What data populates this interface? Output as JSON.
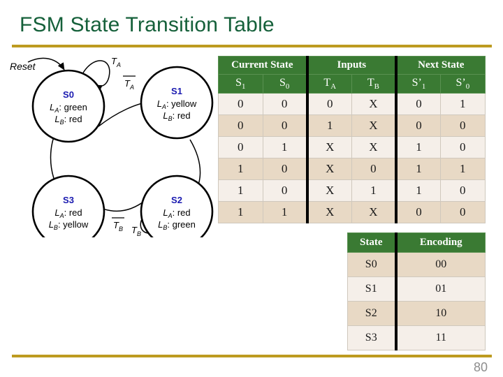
{
  "slide": {
    "title": "FSM State Transition Table",
    "page_number": "80",
    "accent_gold": "#bd9b20",
    "title_green": "#15603a",
    "header_green": "#3a7a33",
    "row_light": "#f5efe9",
    "row_dark": "#e8d9c5"
  },
  "diagram": {
    "reset_label": "Reset",
    "states": [
      {
        "id": "S0",
        "name": "S0",
        "la": "green",
        "lb": "red"
      },
      {
        "id": "S1",
        "name": "S1",
        "la": "yellow",
        "lb": "red"
      },
      {
        "id": "S2",
        "name": "S2",
        "la": "red",
        "lb": "green"
      },
      {
        "id": "S3",
        "name": "S3",
        "la": "red",
        "lb": "yellow"
      }
    ],
    "la_prefix": "L",
    "la_sub": "A",
    "lb_prefix": "L",
    "lb_sub": "B",
    "colon": ": ",
    "edge_labels": {
      "s0_self": "T",
      "s0_self_sub": "A",
      "s0_to_s1": "T",
      "s0_to_s1_sub": "A",
      "s2_self": "T",
      "s2_self_sub": "B",
      "s2_to_s3": "T",
      "s2_to_s3_sub": "B"
    }
  },
  "transition_table": {
    "group_headers": [
      {
        "label": "Current State",
        "span": 2
      },
      {
        "label": "Inputs",
        "span": 2
      },
      {
        "label": "Next State",
        "span": 2
      }
    ],
    "columns": [
      {
        "base": "S",
        "sub": "1",
        "prime": false
      },
      {
        "base": "S",
        "sub": "0",
        "prime": false
      },
      {
        "base": "T",
        "sub": "A",
        "prime": false
      },
      {
        "base": "T",
        "sub": "B",
        "prime": false
      },
      {
        "base": "S",
        "sub": "1",
        "prime": true
      },
      {
        "base": "S",
        "sub": "0",
        "prime": true
      }
    ],
    "rows": [
      [
        "0",
        "0",
        "0",
        "X",
        "0",
        "1"
      ],
      [
        "0",
        "0",
        "1",
        "X",
        "0",
        "0"
      ],
      [
        "0",
        "1",
        "X",
        "X",
        "1",
        "0"
      ],
      [
        "1",
        "0",
        "X",
        "0",
        "1",
        "1"
      ],
      [
        "1",
        "0",
        "X",
        "1",
        "1",
        "0"
      ],
      [
        "1",
        "1",
        "X",
        "X",
        "0",
        "0"
      ]
    ]
  },
  "encoding_table": {
    "headers": [
      "State",
      "Encoding"
    ],
    "rows": [
      [
        "S0",
        "00"
      ],
      [
        "S1",
        "01"
      ],
      [
        "S2",
        "10"
      ],
      [
        "S3",
        "11"
      ]
    ]
  }
}
